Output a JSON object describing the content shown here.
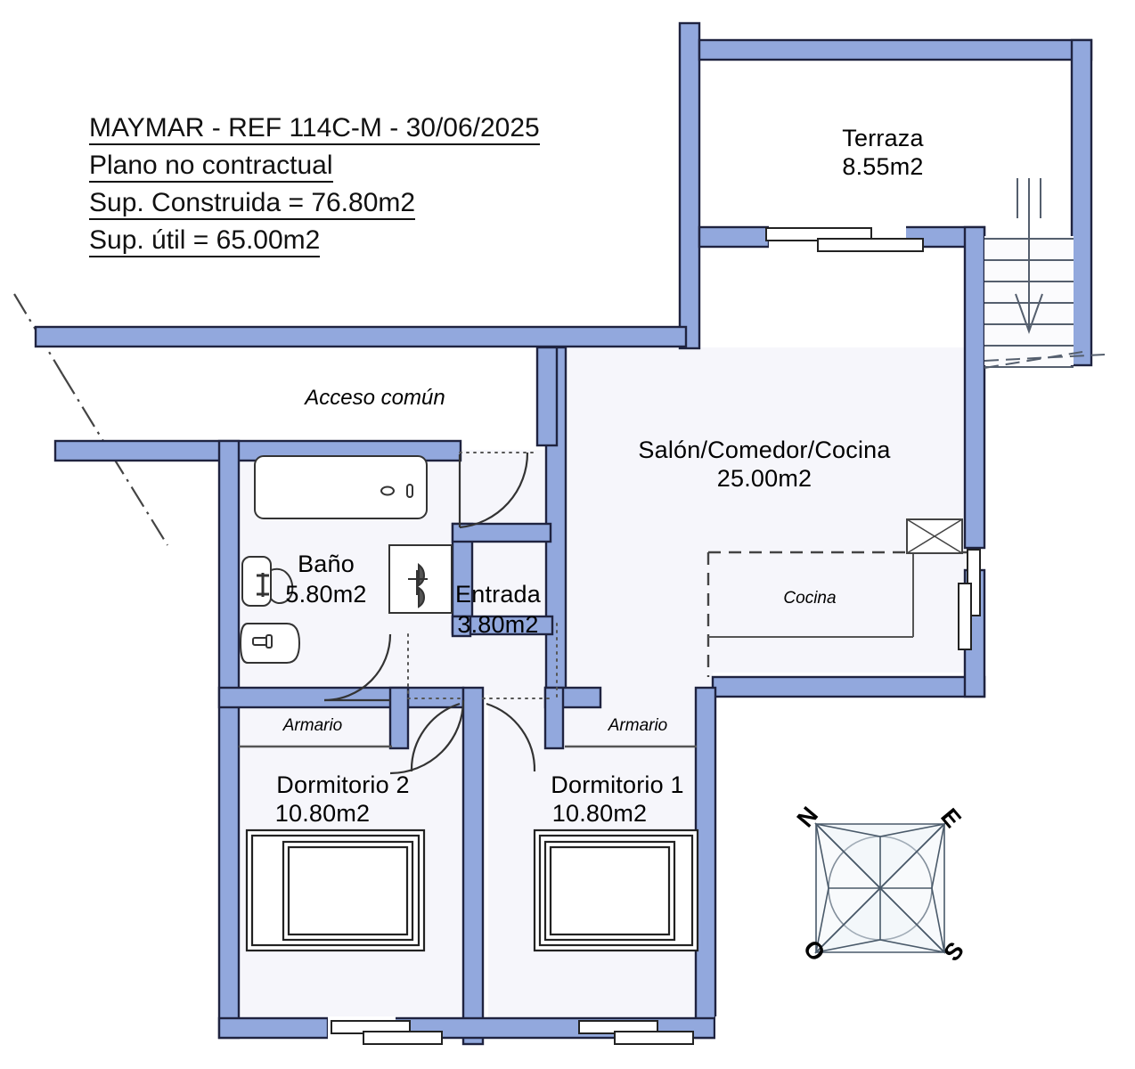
{
  "plan": {
    "title_block": {
      "line1": "MAYMAR - REF 114C-M - 30/06/2025",
      "line2": "Plano no contractual",
      "line3": "Sup. Construida = 76.80m2",
      "line4": "Sup. útil = 65.00m2"
    },
    "rooms": [
      {
        "id": "terraza",
        "name": "Terraza",
        "area": "8.55m2"
      },
      {
        "id": "salon",
        "name": "Salón/Comedor/Cocina",
        "area": "25.00m2"
      },
      {
        "id": "bano",
        "name": "Baño",
        "area": "5.80m2"
      },
      {
        "id": "entrada",
        "name": "Entrada",
        "area": "3.80m2"
      },
      {
        "id": "dorm2",
        "name": "Dormitorio 2",
        "area": "10.80m2"
      },
      {
        "id": "dorm1",
        "name": "Dormitorio 1",
        "area": "10.80m2"
      }
    ],
    "annotations": {
      "acceso": "Acceso común",
      "cocina": "Cocina",
      "armario_izq": "Armario",
      "armario_der": "Armario"
    },
    "compass": {
      "north": "N",
      "east": "E",
      "south": "S",
      "west": "O"
    },
    "colors": {
      "wall_fill": "#92a8dd",
      "wall_stroke": "#1f2340",
      "floor_fill": "#f6f6fb",
      "line": "#333344",
      "text": "#000000",
      "page": "#ffffff"
    }
  }
}
